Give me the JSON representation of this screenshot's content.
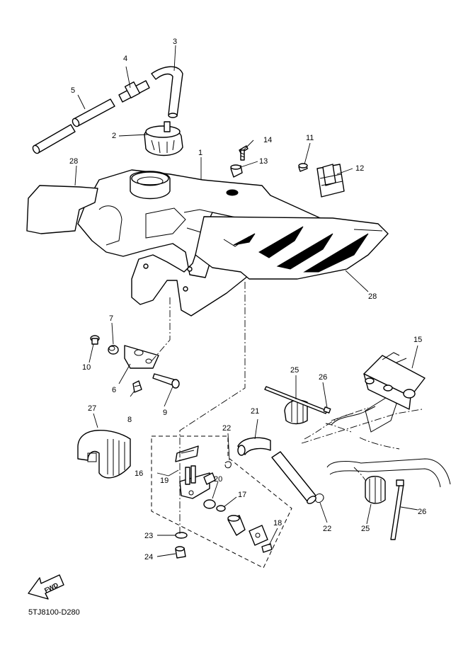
{
  "callouts": [
    {
      "id": "c1",
      "text": "1"
    },
    {
      "id": "c2",
      "text": "2"
    },
    {
      "id": "c3",
      "text": "3"
    },
    {
      "id": "c4",
      "text": "4"
    },
    {
      "id": "c5",
      "text": "5"
    },
    {
      "id": "c6",
      "text": "6"
    },
    {
      "id": "c7",
      "text": "7"
    },
    {
      "id": "c8",
      "text": "8"
    },
    {
      "id": "c9",
      "text": "9"
    },
    {
      "id": "c10",
      "text": "10"
    },
    {
      "id": "c11",
      "text": "11"
    },
    {
      "id": "c12",
      "text": "12"
    },
    {
      "id": "c13",
      "text": "13"
    },
    {
      "id": "c14",
      "text": "14"
    },
    {
      "id": "c15",
      "text": "15"
    },
    {
      "id": "c16",
      "text": "16"
    },
    {
      "id": "c17",
      "text": "17"
    },
    {
      "id": "c18",
      "text": "18"
    },
    {
      "id": "c19",
      "text": "19"
    },
    {
      "id": "c20",
      "text": "20"
    },
    {
      "id": "c21",
      "text": "21"
    },
    {
      "id": "c22a",
      "text": "22"
    },
    {
      "id": "c22b",
      "text": "22"
    },
    {
      "id": "c23",
      "text": "23"
    },
    {
      "id": "c24",
      "text": "24"
    },
    {
      "id": "c25a",
      "text": "25"
    },
    {
      "id": "c25b",
      "text": "25"
    },
    {
      "id": "c26a",
      "text": "26"
    },
    {
      "id": "c26b",
      "text": "26"
    },
    {
      "id": "c27",
      "text": "27"
    },
    {
      "id": "c28a",
      "text": "28"
    },
    {
      "id": "c28b",
      "text": "28"
    }
  ],
  "fwd_label": "FWD",
  "diagram_code": "5TJ8100-D280"
}
